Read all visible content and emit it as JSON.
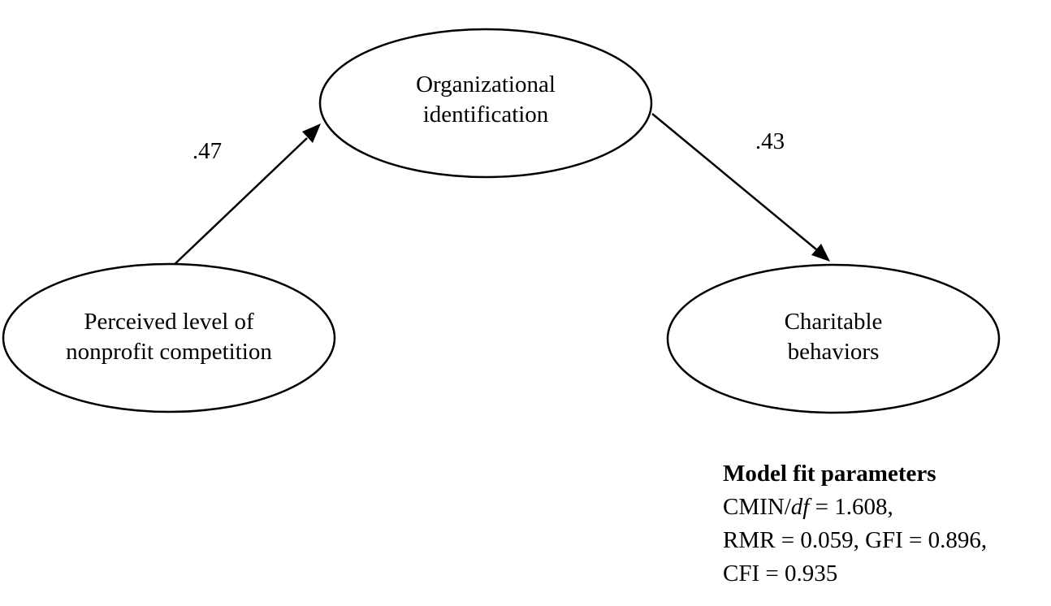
{
  "nodes": {
    "competition": {
      "line1": "Perceived level of",
      "line2": "nonprofit competition"
    },
    "identification": {
      "line1": "Organizational",
      "line2": "identification"
    },
    "charitable": {
      "line1": "Charitable",
      "line2": "behaviors"
    }
  },
  "edges": {
    "competition_to_identification": ".47",
    "identification_to_charitable": ".43"
  },
  "model_fit": {
    "title": "Model fit parameters",
    "cmin_prefix": "CMIN/",
    "cmin_df": "df",
    "cmin_value": " = 1.608,",
    "line2": "RMR = 0.059, GFI = 0.896,",
    "line3": "CFI = 0.935"
  },
  "colors": {
    "stroke": "#000000",
    "background": "#ffffff"
  }
}
